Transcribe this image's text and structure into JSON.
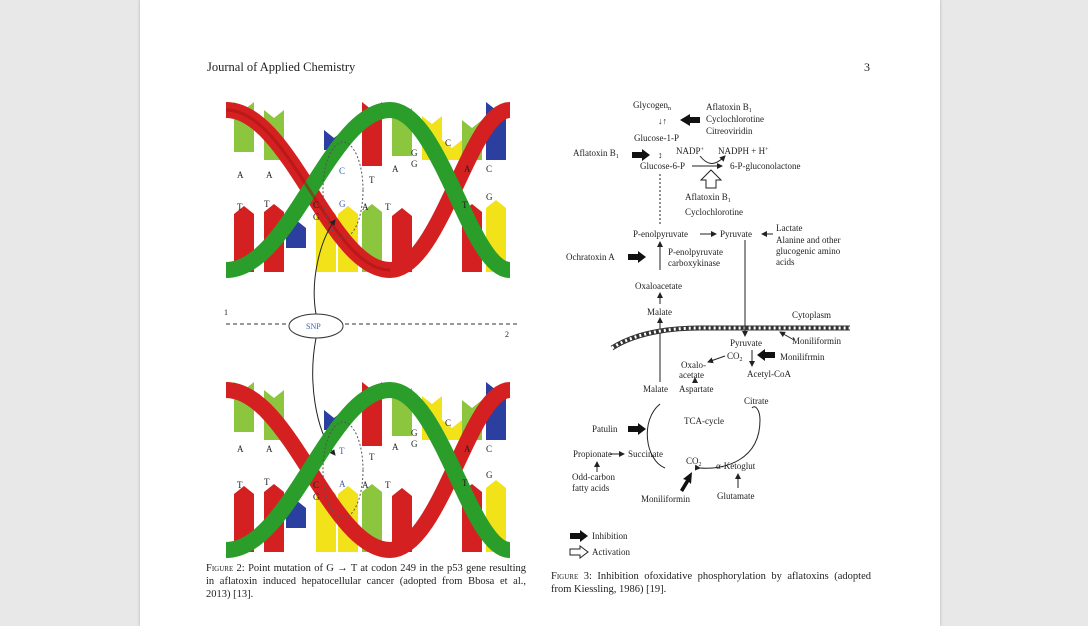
{
  "header": {
    "journal": "Journal of Applied Chemistry",
    "page_number": "3"
  },
  "figure2": {
    "caption_label": "Figure 2:",
    "caption_text": "Point mutation of G → T at codon 249 in the p53 gene resulting in aflatoxin induced hepatocellular cancer (adopted from Bbosa et al., 2013) [13].",
    "snp_label": "SNP",
    "line_label_1": "1",
    "line_label_2": "2",
    "top_bases_upper": [
      "A",
      "A",
      "C",
      "T",
      "A",
      "G",
      "G",
      "C",
      "A",
      "C"
    ],
    "top_bases_lower": [
      "T",
      "T",
      "C",
      "G",
      "G",
      "A",
      "T",
      "T",
      "G"
    ],
    "bottom_bases_upper": [
      "A",
      "A",
      "T",
      "T",
      "A",
      "G",
      "G",
      "C",
      "A",
      "C"
    ],
    "bottom_bases_lower": [
      "T",
      "T",
      "C",
      "G",
      "A",
      "A",
      "T",
      "T",
      "G"
    ],
    "colors": {
      "green": "#2a9d2a",
      "red": "#d42020",
      "blue": "#2a3fa0",
      "yellow": "#f2e21a",
      "lightgreen": "#8cc63f"
    }
  },
  "figure3": {
    "caption_label": "Figure 3:",
    "caption_text": "Inhibition ofoxidative phosphorylation by aflatoxins (adopted from Kiessling, 1986) [19].",
    "labels": {
      "glycogen": "Glycogen",
      "glycogen_sub": "n",
      "aflatoxin_b1_top": "Aflatoxin B",
      "cyclochlorotine_top": "Cyclochlorotine",
      "citreoviridin": "Citreoviridin",
      "glucose1p": "Glucose-1-P",
      "aflatoxin_b1_left": "Aflatoxin B",
      "nadp": "NADP",
      "nadph": "NADPH + H",
      "glucose6p": "Glucose-6-P",
      "gluconolactone": "6-P-gluconolactone",
      "aflatoxin_b1_mid": "Aflatoxin B",
      "cyclochlorotine_mid": "Cyclochlorotine",
      "pep": "P-enolpyruvate",
      "pyruvate_top": "Pyruvate",
      "lactate": "Lactate",
      "alanine": "Alanine and other",
      "glucogenic": "glucogenic amino",
      "acids": "acids",
      "ochratoxin": "Ochratoxin A",
      "pepck1": "P-enolpyruvate",
      "pepck2": "carboxykinase",
      "oxaloacetate_top": "Oxaloacetate",
      "malate_top": "Malate",
      "cytoplasm": "Cytoplasm",
      "moniliformin_top": "Moniliformin",
      "pyruvate_mito": "Pyruvate",
      "co2_a": "CO",
      "monilifrmin": "Monilifrmin",
      "oxalo1": "Oxalo-",
      "oxalo2": "acetate",
      "acetylcoa": "Acetyl-CoA",
      "malate_mito": "Malate",
      "aspartate": "Aspartate",
      "citrate": "Citrate",
      "patulin": "Patulin",
      "tca": "TCA-cycle",
      "propionate": "Propionate",
      "succinate": "Succinate",
      "co2_b": "CO",
      "ketoglut": "α-Ketoglut",
      "oddcarbon1": "Odd-carbon",
      "oddcarbon2": "fatty acids",
      "moniliformin_bottom": "Moniliformin",
      "glutamate": "Glutamate",
      "legend_inhibition": "Inhibition",
      "legend_activation": "Activation"
    }
  }
}
